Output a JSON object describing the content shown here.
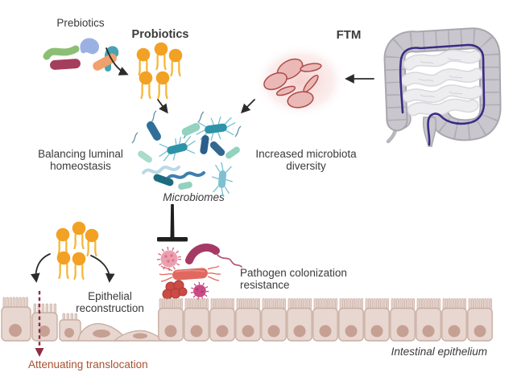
{
  "figure": {
    "labels": {
      "prebiotics": "Prebiotics",
      "probiotics": "Probiotics",
      "ftm": "FTM",
      "balancing_luminal_homeostasis": "Balancing luminal homeostasis",
      "increased_microbiota_diversity": "Increased microbiota diversity",
      "microbiomes": "Microbiomes",
      "epithelial_reconstruction": "Epithelial reconstruction",
      "pathogen_colonization_resistance": "Pathogen colonization resistance",
      "attenuating_translocation": "Attenuating translocation",
      "intestinal_epithelium": "Intestinal epithelium"
    },
    "text_colors": {
      "default": "#3A3A3A",
      "attenuating_translocation": "#A8512F"
    },
    "palette": {
      "background": "#FFFFFF",
      "probiotic_orange": "#F2A124",
      "probiotic_stem": "#F5B73C",
      "prebiotic_green": "#8CBF74",
      "prebiotic_periwinkle": "#9CB1E3",
      "prebiotic_teal": "#47A3B3",
      "prebiotic_orange_capsule": "#F0A06A",
      "prebiotic_maroon": "#A53E5C",
      "ftm_cell_fill": "#EAB9B6",
      "ftm_cell_outline": "#AD4A49",
      "microbiome_teal": "#2E93A8",
      "microbiome_navy": "#2F6F99",
      "microbiome_mint": "#92D2BF",
      "microbiome_light_blue": "#BBD8E8",
      "pathogen_pink": "#EC9FAE",
      "pathogen_magenta": "#A53A64",
      "pathogen_salmon": "#E0685F",
      "pathogen_red": "#CC4B45",
      "pathogen_dark_pink": "#C2427E",
      "epithelium_fill": "#E7D7D0",
      "epithelium_outline": "#C9AEA2",
      "nucleus": "#C7A094",
      "colon_gray": "#C9C7CD",
      "colon_outline": "#A9A7AE",
      "colon_tract_line": "#3A2B85",
      "arrow": "#2B2B2B",
      "translocation_arrow": "#8E2D44"
    },
    "icons": [
      {
        "name": "prebiotics-cluster-icon"
      },
      {
        "name": "probiotics-top-icon"
      },
      {
        "name": "probiotics-bottom-icon"
      },
      {
        "name": "ftm-cells-icon"
      },
      {
        "name": "colon-icon"
      },
      {
        "name": "microbiome-cluster-icon"
      },
      {
        "name": "pathogen-cluster-icon"
      },
      {
        "name": "epithelium-icon"
      },
      {
        "name": "curved-arrow-prebiotics-to-probiotics"
      },
      {
        "name": "arrow-colon-to-ftm"
      },
      {
        "name": "arrow-probiotics-to-microbiomes"
      },
      {
        "name": "arrow-ftm-to-microbiomes"
      },
      {
        "name": "inhibition-bar-icon"
      },
      {
        "name": "curved-arrow-probiotics-left"
      },
      {
        "name": "curved-arrow-probiotics-right"
      },
      {
        "name": "dashed-translocation-arrow"
      }
    ]
  }
}
